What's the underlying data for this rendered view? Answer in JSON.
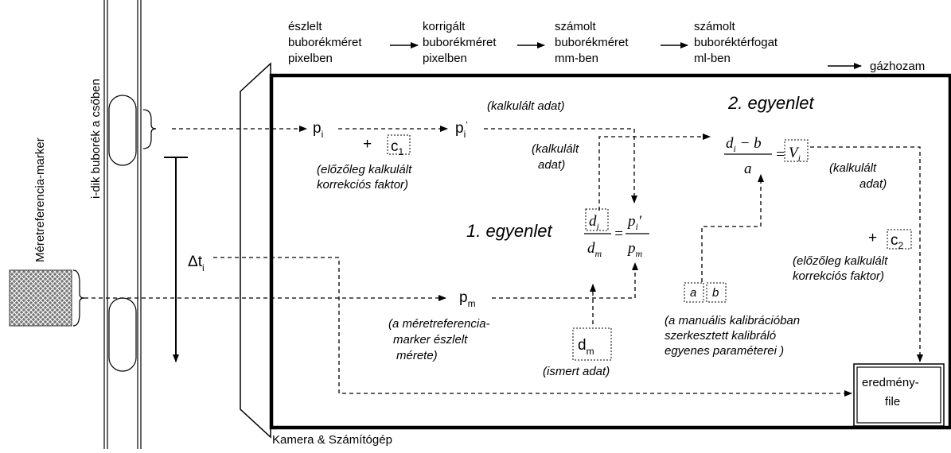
{
  "diagram": {
    "side_label": "Méretreferencia-marker",
    "tube_label": "i-dik buborék a csőben",
    "pipeline": [
      [
        "észlelt",
        "buborékméret",
        "pixelben"
      ],
      [
        "korrigált",
        "buborékméret",
        "pixelben"
      ],
      [
        "számolt",
        "buborékméret",
        "mm-ben"
      ],
      [
        "számolt",
        "buboréktérfogat",
        "ml-ben"
      ],
      [
        "gázhozam"
      ]
    ],
    "box_caption": "Kamera & Számítógép",
    "symbols": {
      "p_i": {
        "base": "p",
        "sub": "i"
      },
      "p_i_prime": {
        "base": "p",
        "sub": "i",
        "mark": "‘"
      },
      "p_m": {
        "base": "p",
        "sub": "m"
      },
      "delta_t": {
        "base": "Δt",
        "sub": "i"
      },
      "c1": {
        "base": "c",
        "sub": "1"
      },
      "c2": {
        "base": "c",
        "sub": "2"
      },
      "d_m": {
        "base": "d",
        "sub": "m"
      },
      "a": "a",
      "b": "b",
      "plus": "+"
    },
    "notes": {
      "calc_top": "(kalkulált adat)",
      "calc_left": [
        "(kalkulált",
        "adat)"
      ],
      "calc_right": [
        "(kalkulált",
        "adat)"
      ],
      "prev_c1": [
        "(előzőleg kalkulált",
        "korrekciós faktor)"
      ],
      "prev_c2": [
        "(előzőleg kalkulált",
        "korrekciós faktor)"
      ],
      "marker_size": [
        "(a méretreferencia-",
        "marker észlelt",
        "mérete)"
      ],
      "known": "(ismert adat)",
      "calibration": [
        "(a manuális kalibrációban",
        "szerkesztett kalibráló",
        "egyenes paraméterei )"
      ]
    },
    "equation1": {
      "label": "1. egyenlet",
      "lhs_num": "d",
      "lhs_num_sub": "i",
      "lhs_den": "d",
      "lhs_den_sub": "m",
      "equals": "=",
      "rhs_num": "p",
      "rhs_num_sub": "i",
      "rhs_num_mark": "'",
      "rhs_den": "p",
      "rhs_den_sub": "m"
    },
    "equation2": {
      "label": "2. egyenlet",
      "num": "d",
      "num_sub": "i",
      "num_rest": " − b",
      "den": "a",
      "equals": "=",
      "result": "V",
      "result_sub": "i"
    },
    "result_file": [
      "eredmény-",
      "file"
    ]
  }
}
